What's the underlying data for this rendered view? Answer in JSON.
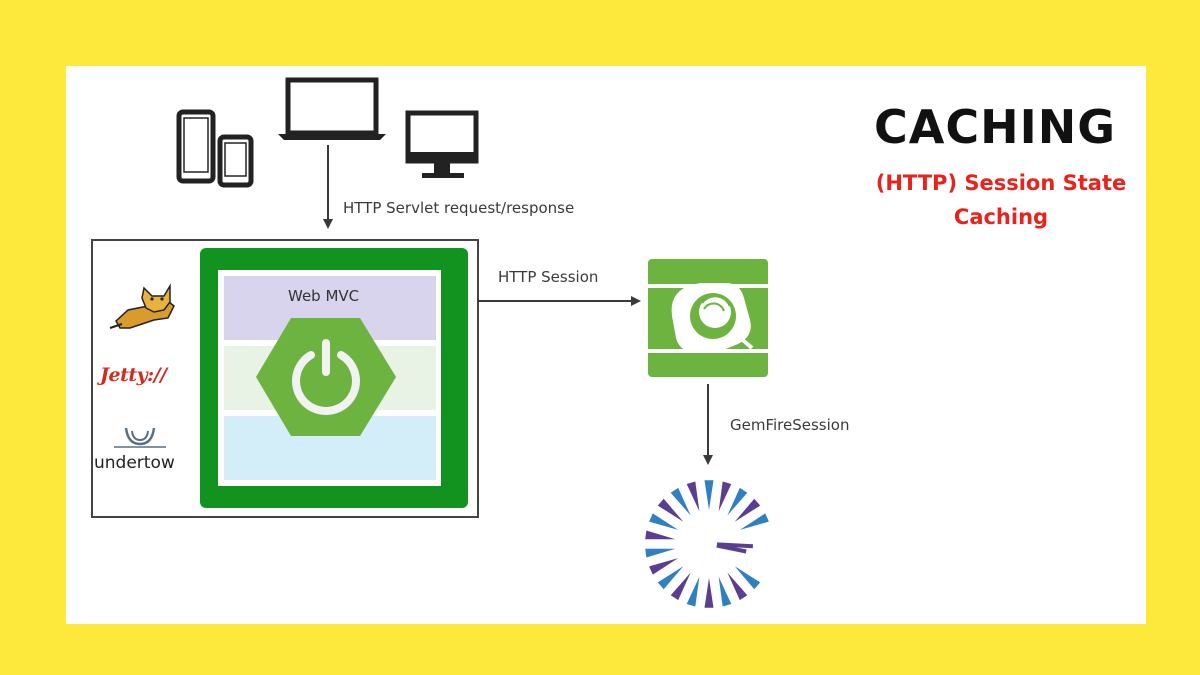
{
  "title": "CACHING",
  "subtitle_line1": "(HTTP) Session State",
  "subtitle_line2": "Caching",
  "labels": {
    "servlet": "HTTP Servlet request/response",
    "session": "HTTP Session",
    "gemfire": "GemFireSession",
    "web_mvc": "Web MVC"
  },
  "servers": {
    "jetty": "Jetty://",
    "undertow": "undertow"
  },
  "icons": [
    "tablet-phone-icon",
    "laptop-icon",
    "desktop-icon",
    "tomcat-logo",
    "jetty-logo",
    "undertow-logo",
    "spring-power-icon",
    "gemfire-logo",
    "geode-burst-logo"
  ],
  "colors": {
    "page_background": "#FDE93C",
    "card_background": "#FFFFFF",
    "title": "#111111",
    "subtitle": "#E8231C",
    "spring_green": "#12921E",
    "spring_hex": "#6DB33F",
    "layer_web_mvc": "#D9D4EE",
    "layer_middle": "#E9F3E5",
    "layer_bottom": "#D3EEF8",
    "arrow": "#3a3a3a",
    "gemfire_green": "#6DB33F",
    "burst_blue": "#2F7FC1",
    "burst_purple": "#5A3E92"
  }
}
